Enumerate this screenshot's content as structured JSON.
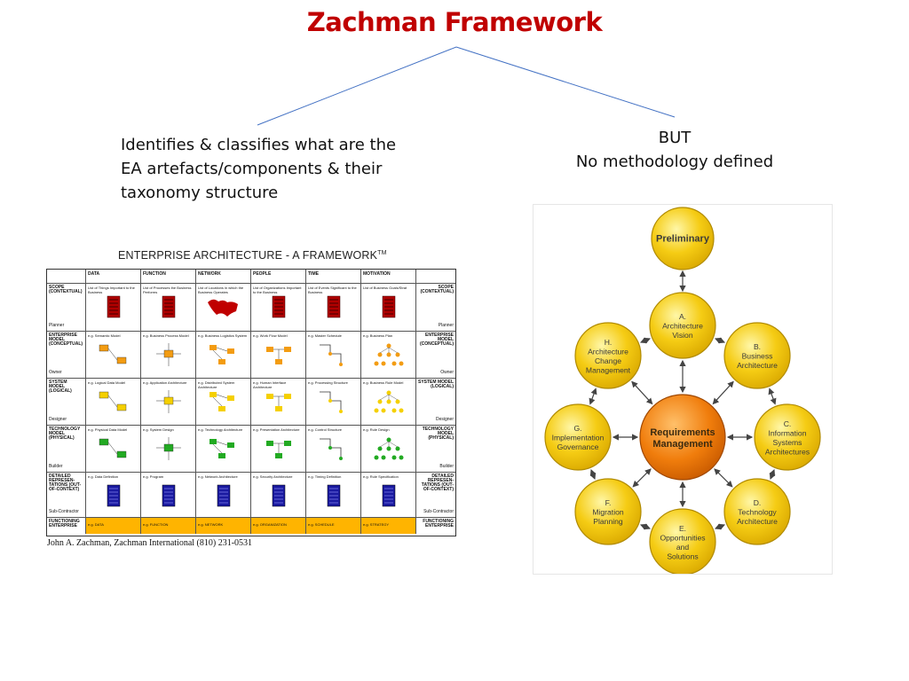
{
  "page": {
    "title": "Zachman Framework",
    "left_note": "Identifies & classifies what are the EA artefacts/components & their taxonomy structure",
    "right_note": "BUT\nNo methodology defined"
  },
  "zachman": {
    "title": "ENTERPRISE ARCHITECTURE - A FRAMEWORK",
    "tm": "TM",
    "columns": [
      "DATA",
      "FUNCTION",
      "NETWORK",
      "PEOPLE",
      "TIME",
      "MOTIVATION"
    ],
    "rows": [
      {
        "left": "SCOPE (CONTEXTUAL)",
        "left_sub": "Planner",
        "right": "SCOPE (CONTEXTUAL)",
        "right_sub": "Planner",
        "cells": [
          "List of Things Important to the Business",
          "List of Processes the Business Performs",
          "List of Locations in which the Business Operates",
          "List of Organizations Important to the Business",
          "List of Events Significant to the Business",
          "List of Business Goals/Strat"
        ]
      },
      {
        "left": "ENTERPRISE MODEL (CONCEPTUAL)",
        "left_sub": "Owner",
        "right": "ENTERPRISE MODEL (CONCEPTUAL)",
        "right_sub": "Owner",
        "cells": [
          "e.g. Semantic Model",
          "e.g. Business Process Model",
          "e.g. Business Logistics System",
          "e.g. Work Flow Model",
          "e.g. Master Schedule",
          "e.g. Business Plan"
        ]
      },
      {
        "left": "SYSTEM MODEL (LOGICAL)",
        "left_sub": "Designer",
        "right": "SYSTEM MODEL (LOGICAL)",
        "right_sub": "Designer",
        "cells": [
          "e.g. Logical Data Model",
          "e.g. Application Architecture",
          "e.g. Distributed System Architecture",
          "e.g. Human Interface Architecture",
          "e.g. Processing Structure",
          "e.g. Business Rule Model"
        ]
      },
      {
        "left": "TECHNOLOGY MODEL (PHYSICAL)",
        "left_sub": "Builder",
        "right": "TECHNOLOGY MODEL (PHYSICAL)",
        "right_sub": "Builder",
        "cells": [
          "e.g. Physical Data Model",
          "e.g. System Design",
          "e.g. Technology Architecture",
          "e.g. Presentation Architecture",
          "e.g. Control Structure",
          "e.g. Rule Design"
        ]
      },
      {
        "left": "DETAILED REPRESEN-TATIONS (OUT-OF-CONTEXT)",
        "left_sub": "Sub-Contractor",
        "right": "DETAILED REPRESEN-TATIONS (OUT-OF-CONTEXT)",
        "right_sub": "Sub-Contractor",
        "cells": [
          "e.g. Data Definition",
          "e.g. Program",
          "e.g. Network Architecture",
          "e.g. Security Architecture",
          "e.g. Timing Definition",
          "e.g. Rule Specification"
        ]
      }
    ],
    "function_row": {
      "left": "FUNCTIONING ENTERPRISE",
      "right": "FUNCTIONING ENTERPRISE",
      "cells": [
        "e.g. DATA",
        "e.g. FUNCTION",
        "e.g. NETWORK",
        "e.g. ORGANIZATION",
        "e.g. SCHEDULE",
        "e.g. STRATEGY"
      ]
    },
    "credit": "John A. Zachman, Zachman International (810) 231-0531"
  },
  "adm": {
    "center": {
      "line1": "Requirements",
      "line2": "Management"
    },
    "phases": [
      {
        "id": "preliminary",
        "label": [
          "Preliminary"
        ]
      },
      {
        "id": "a",
        "label": [
          "A.",
          "Architecture",
          "Vision"
        ]
      },
      {
        "id": "b",
        "label": [
          "B.",
          "Business",
          "Architecture"
        ]
      },
      {
        "id": "c",
        "label": [
          "C.",
          "Information",
          "Systems",
          "Architectures"
        ]
      },
      {
        "id": "d",
        "label": [
          "D.",
          "Technology",
          "Architecture"
        ]
      },
      {
        "id": "e",
        "label": [
          "E.",
          "Opportunities",
          "and",
          "Solutions"
        ]
      },
      {
        "id": "f",
        "label": [
          "F.",
          "Migration",
          "Planning"
        ]
      },
      {
        "id": "g",
        "label": [
          "G.",
          "Implementation",
          "Governance"
        ]
      },
      {
        "id": "h",
        "label": [
          "H.",
          "Architecture",
          "Change",
          "Management"
        ]
      }
    ],
    "colors": {
      "outer_fill": "#f5cc14",
      "outer_stroke": "#b08a00",
      "center_fill": "#f07d0c",
      "arrow": "#444444"
    }
  }
}
